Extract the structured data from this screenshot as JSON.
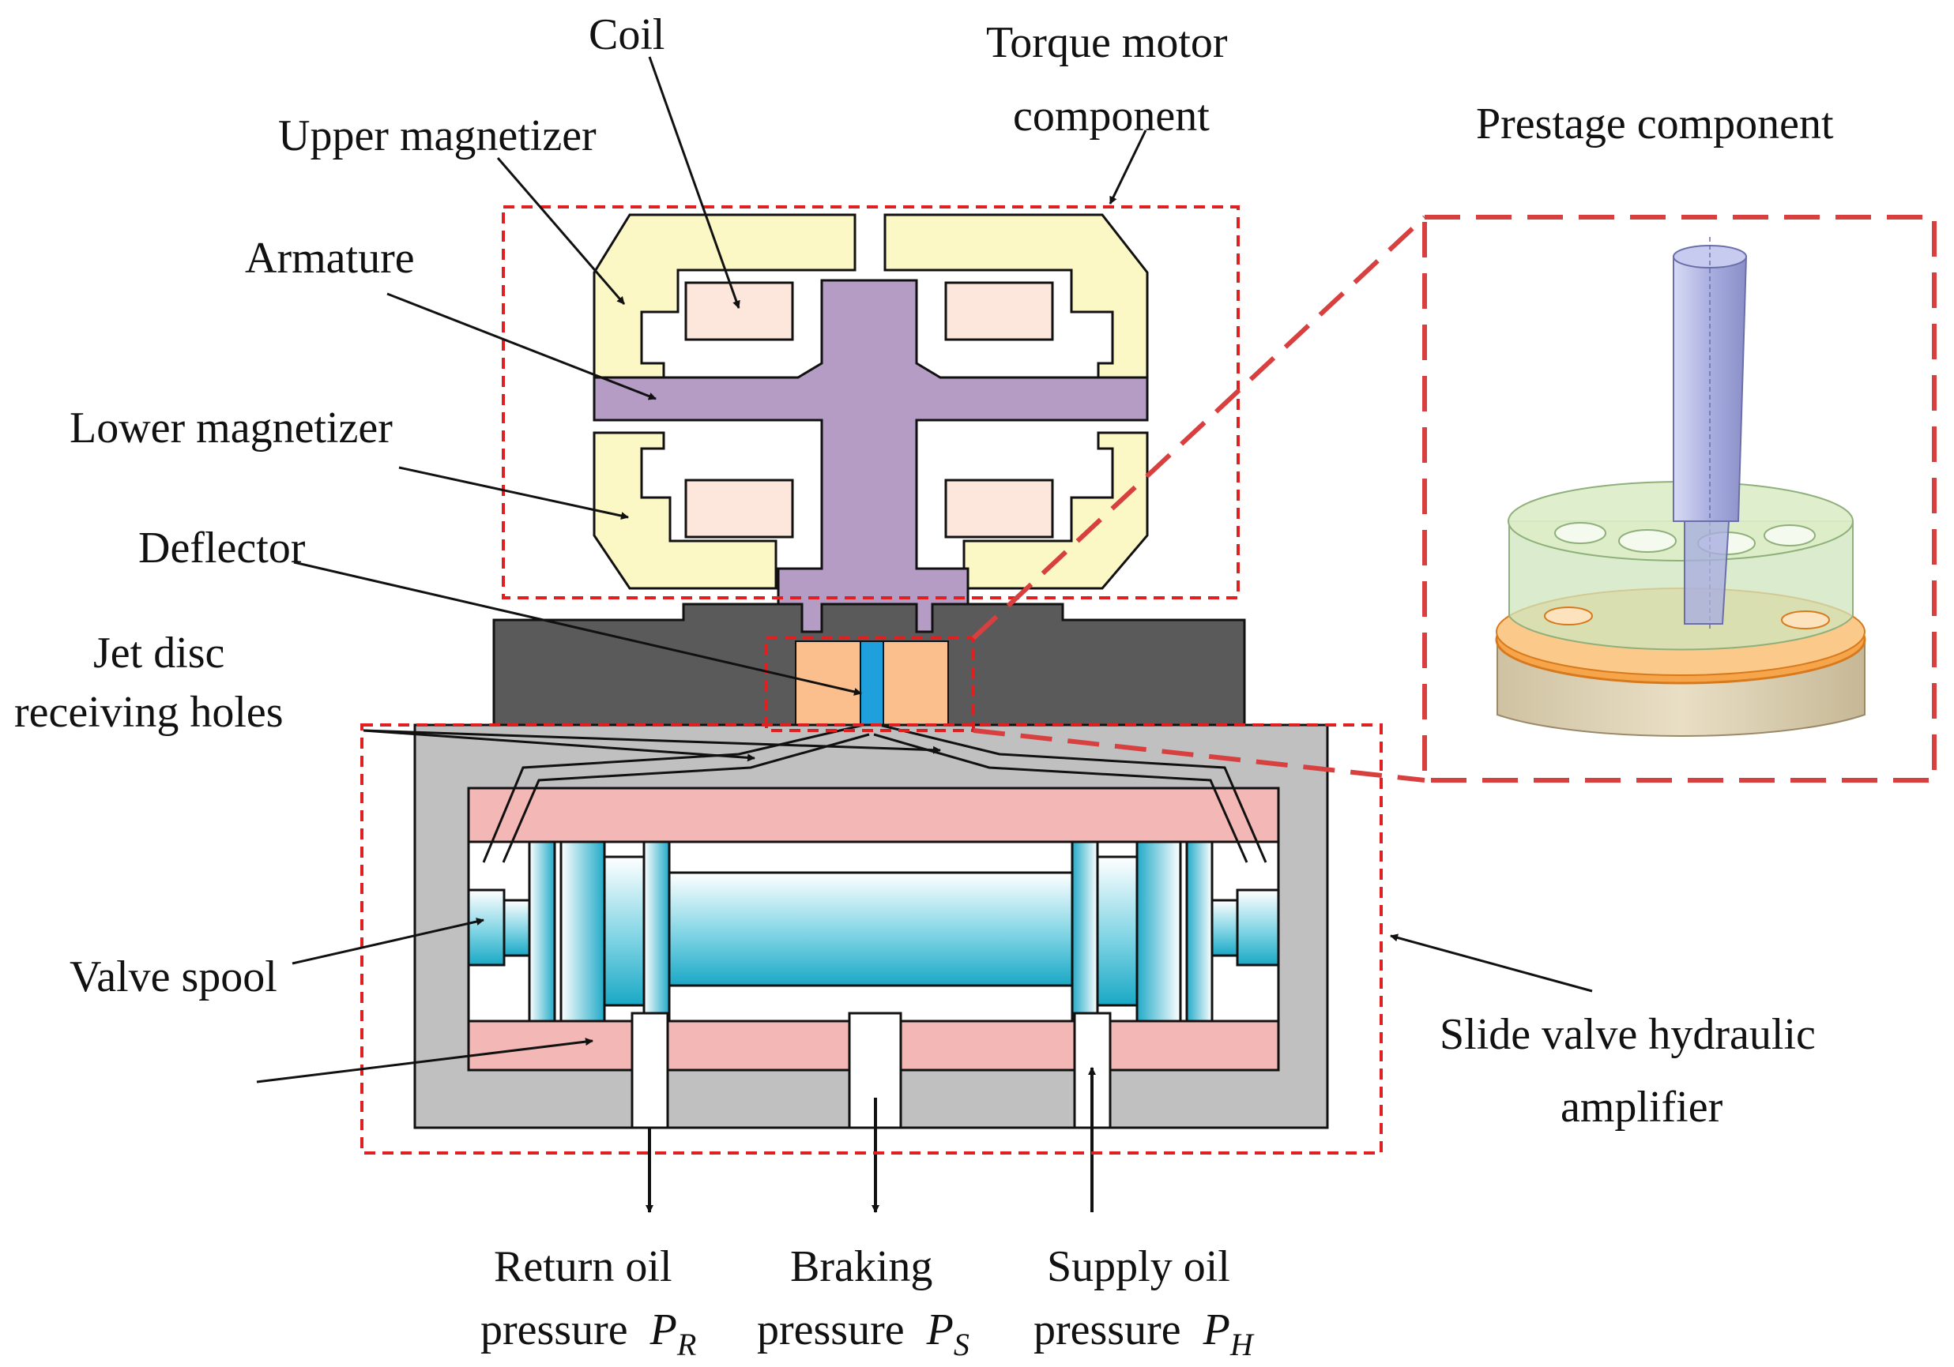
{
  "labels": {
    "coil": "Coil",
    "torque_motor_line1": "Torque motor",
    "torque_motor_line2": "component",
    "upper_magnetizer": "Upper magnetizer",
    "armature": "Armature",
    "lower_magnetizer": "Lower magnetizer",
    "deflector": "Deflector",
    "jet_disc": "Jet disc",
    "receiving_holes": "receiving holes",
    "prestage_component": "Prestage component",
    "valve_spool": "Valve spool",
    "slide_valve_line1": "Slide valve hydraulic",
    "slide_valve_line2": "amplifier",
    "return_oil_line1": "Return oil",
    "return_oil_line2": "pressure",
    "return_oil_symbol": "P",
    "return_oil_sub": "R",
    "braking_line1": "Braking",
    "braking_line2": "pressure",
    "braking_symbol": "P",
    "braking_sub": "S",
    "supply_oil_line1": "Supply oil",
    "supply_oil_line2": "pressure",
    "supply_oil_symbol": "P",
    "supply_oil_sub": "H"
  },
  "colors": {
    "magnetizer": "#fbf8c6",
    "coil": "#fde6dc",
    "armature": "#b49cc4",
    "body_dark": "#5a5a5a",
    "body_light": "#c0c0c0",
    "sleeve": "#f3b8b6",
    "jet_disc": "#fbbf8e",
    "deflector": "#1fa0dd",
    "spool": "#30b5cc",
    "dashed_box": "#e02020",
    "prestage_line": "#d84040"
  }
}
